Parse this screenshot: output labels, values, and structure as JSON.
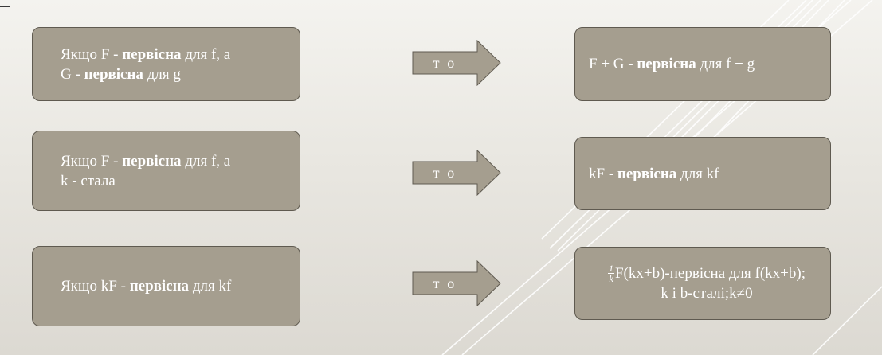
{
  "rows": [
    {
      "left": [
        {
          "text": "Якщо F - ",
          "bold": false
        },
        {
          "text": "первісна",
          "bold": true
        },
        {
          "text": " для f, а",
          "bold": false
        },
        {
          "text": "G - ",
          "bold": false
        },
        {
          "text": "первісна",
          "bold": true
        },
        {
          "text": " для g",
          "bold": false
        }
      ],
      "arrow": "то",
      "right": [
        {
          "text": "F + G - ",
          "bold": false
        },
        {
          "text": "первісна",
          "bold": true
        },
        {
          "text": " для f + g",
          "bold": false
        }
      ]
    },
    {
      "left": [
        {
          "text": "Якщо F - ",
          "bold": false
        },
        {
          "text": "первісна",
          "bold": true
        },
        {
          "text": " для f, а",
          "bold": false
        },
        {
          "text": "k - стала",
          "bold": false
        }
      ],
      "arrow": "то",
      "right": [
        {
          "text": "kF - ",
          "bold": false
        },
        {
          "text": "первісна",
          "bold": true
        },
        {
          "text": " для kf",
          "bold": false
        }
      ]
    },
    {
      "left": [
        {
          "text": "Якщо kF - ",
          "bold": false
        },
        {
          "text": "первісна",
          "bold": true
        },
        {
          "text": " для kf",
          "bold": false
        }
      ],
      "arrow": "то",
      "right_formula": {
        "fraction_numerator": "1",
        "fraction_denominator": "k",
        "line1": "F(kx+b)-первісна для f(kx+b);",
        "line2": "k і b-сталі;k≠0"
      }
    }
  ],
  "colors": {
    "box_fill": "#a59e8f",
    "box_border": "#5f5a50",
    "text": "#ffffff",
    "arrow_fill": "#a59e8f",
    "decor_lines": "#ffffff"
  }
}
